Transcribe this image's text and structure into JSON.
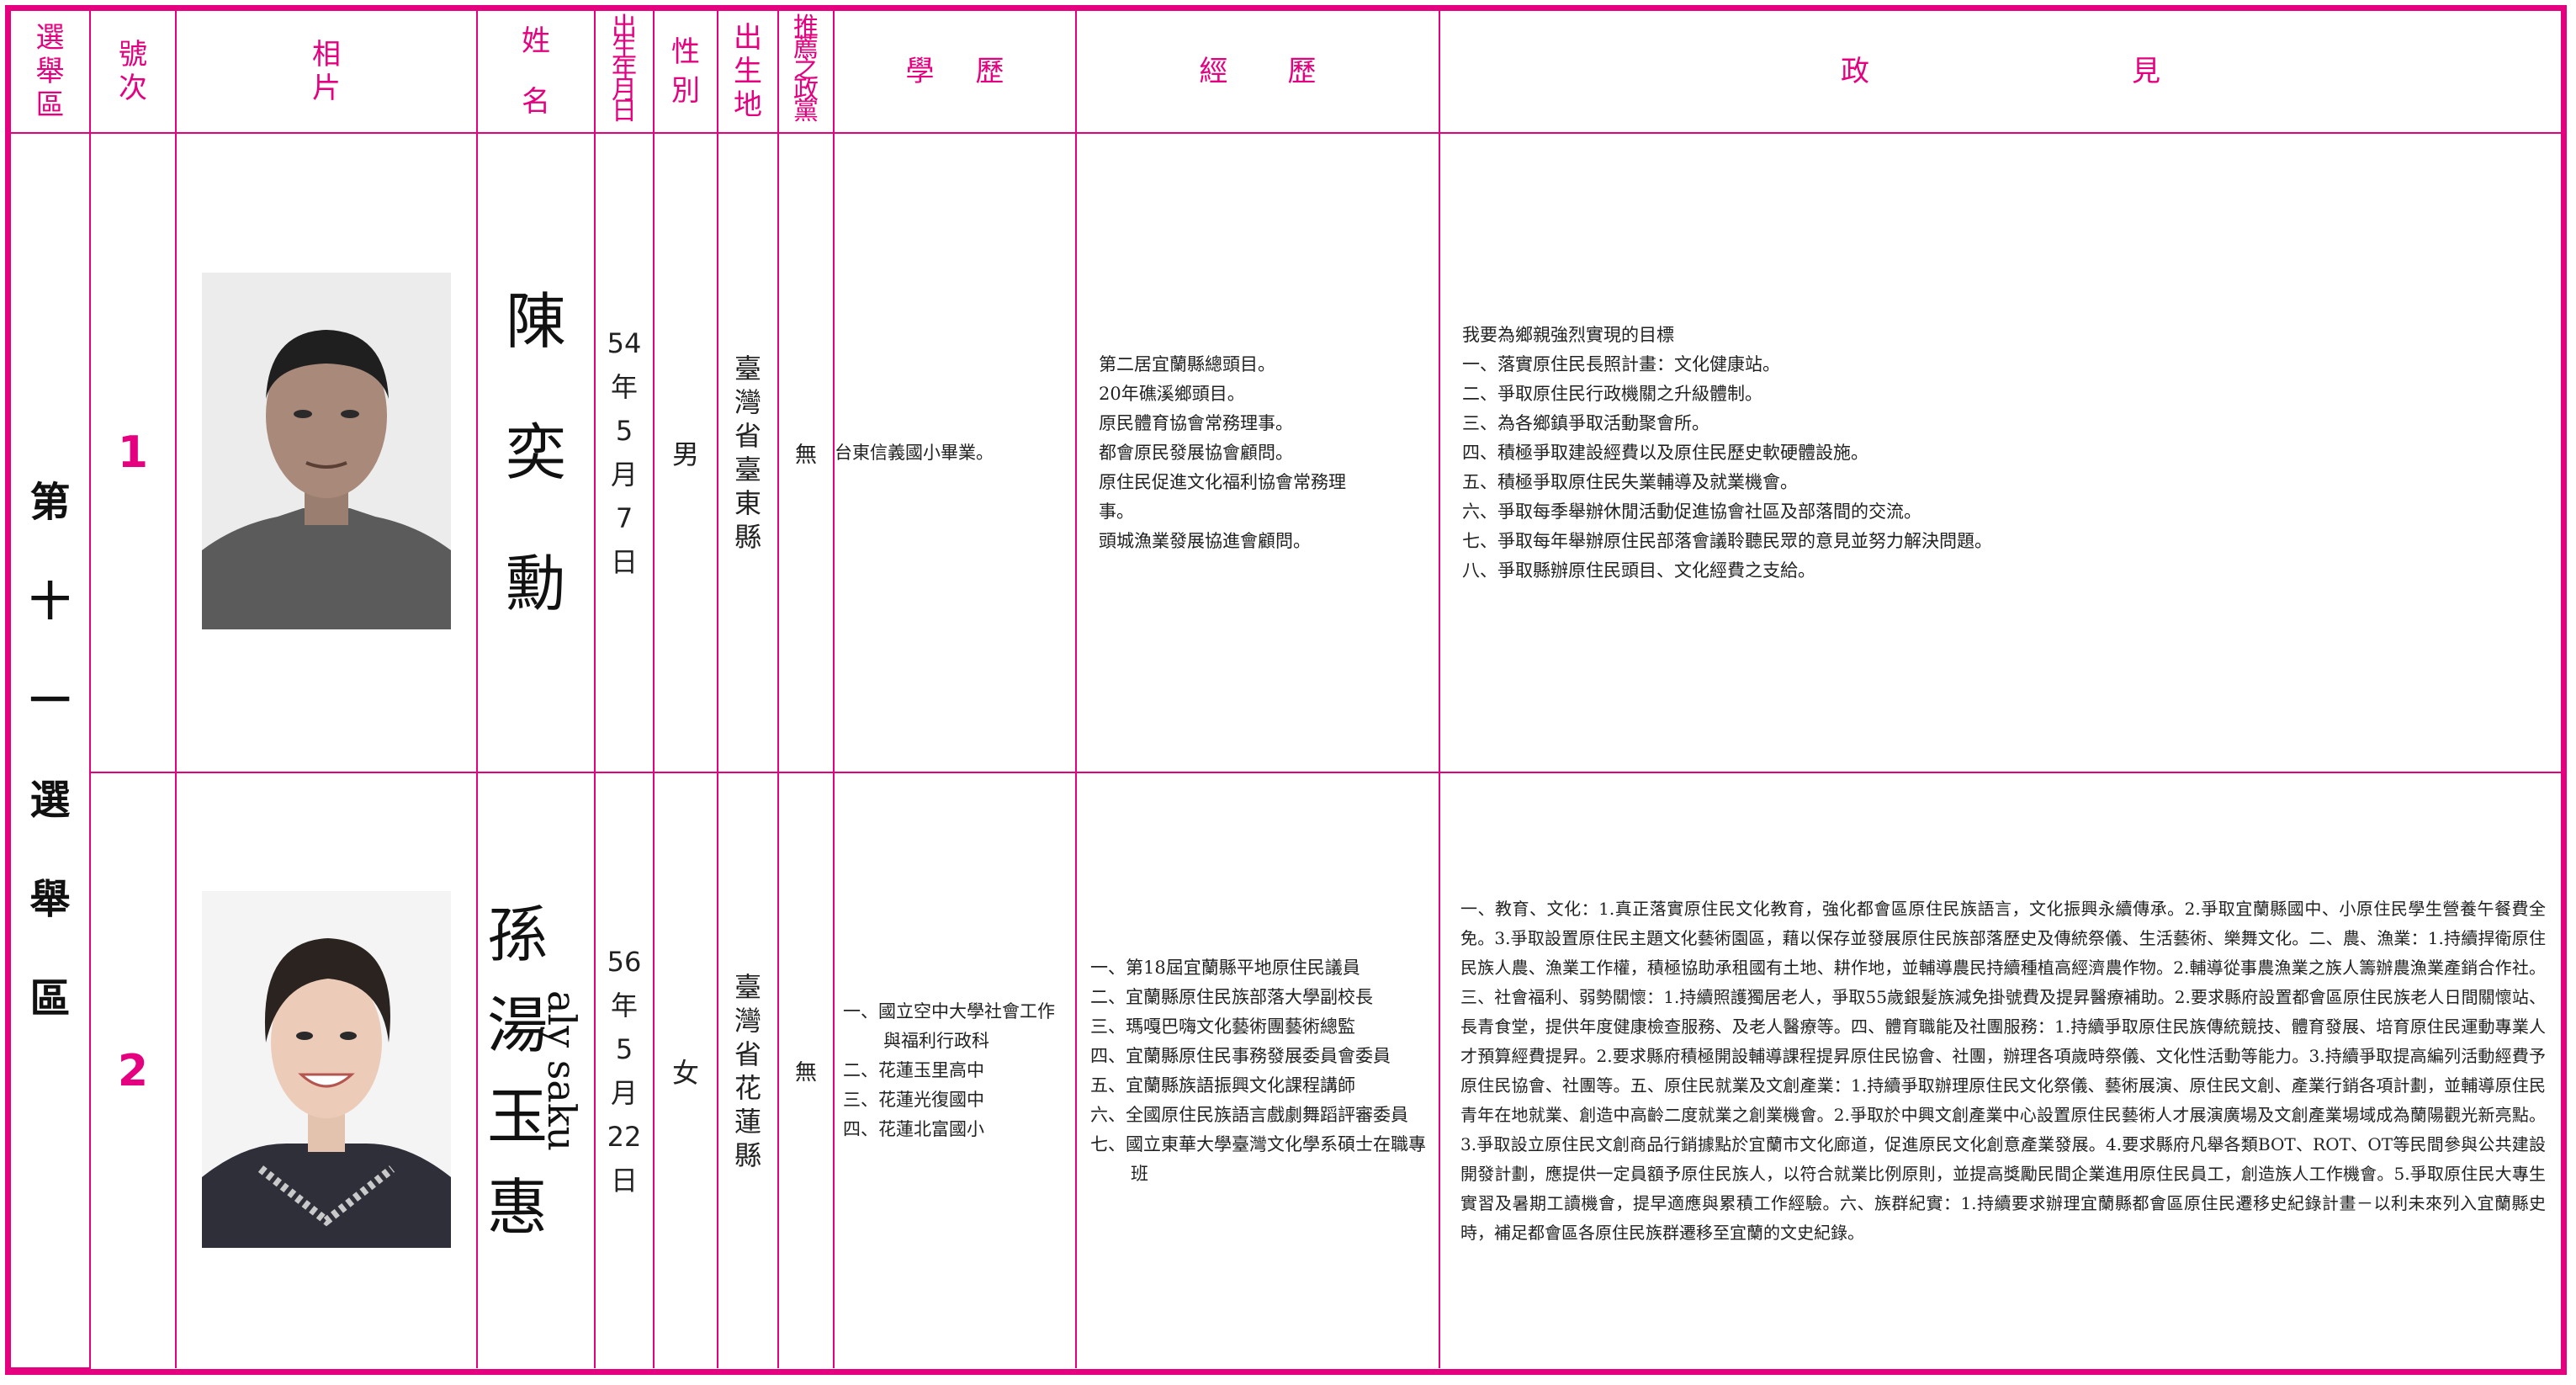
{
  "headers": {
    "district": [
      "選",
      "舉",
      "區"
    ],
    "number": [
      "號",
      "次"
    ],
    "photo": [
      "相",
      "片"
    ],
    "name": [
      "姓",
      "名"
    ],
    "birth": [
      "出",
      "生",
      "年",
      "月",
      "日"
    ],
    "gender": [
      "性",
      "別"
    ],
    "birthplace": [
      "出",
      "生",
      "地"
    ],
    "party": [
      "推",
      "薦",
      "之",
      "政",
      "黨"
    ],
    "education": [
      "學",
      "歷"
    ],
    "experience": [
      "經",
      "歷"
    ],
    "platform": [
      "政",
      "見"
    ]
  },
  "district": [
    "第",
    "十",
    "一",
    "選",
    "舉",
    "區"
  ],
  "candidates": [
    {
      "number": "1",
      "name": [
        "陳",
        "奕",
        "勳"
      ],
      "name_alt": "",
      "birth": [
        "54",
        "年",
        "5",
        "月",
        "7",
        "日"
      ],
      "gender": "男",
      "birthplace": [
        "臺",
        "灣",
        "省",
        "臺",
        "東",
        "縣"
      ],
      "party": "無",
      "education": [
        "台東信義國小畢業。"
      ],
      "experience": [
        "第二居宜蘭縣總頭目。",
        "20年礁溪鄉頭目。",
        "原民體育協會常務理事。",
        "都會原民發展協會顧問。",
        "原住民促進文化福利協會常務理",
        "事。",
        "頭城漁業發展協進會顧問。"
      ],
      "platform": [
        "我要為鄉親強烈實現的目標",
        "一、落實原住民長照計畫：文化健康站。",
        "二、爭取原住民行政機關之升級體制。",
        "三、為各鄉鎮爭取活動聚會所。",
        "四、積極爭取建設經費以及原住民歷史軟硬體設施。",
        "五、積極爭取原住民失業輔導及就業機會。",
        "六、爭取每季舉辦休閒活動促進協會社區及部落間的交流。",
        "七、爭取每年舉辦原住民部落會議聆聽民眾的意見並努力解決問題。",
        "八、爭取縣辦原住民頭目、文化經費之支給。"
      ]
    },
    {
      "number": "2",
      "name": [
        "孫",
        "湯",
        "玉",
        "惠"
      ],
      "name_alt": "aly saku",
      "birth": [
        "56",
        "年",
        "5",
        "月",
        "22",
        "日"
      ],
      "gender": "女",
      "birthplace": [
        "臺",
        "灣",
        "省",
        "花",
        "蓮",
        "縣"
      ],
      "party": "無",
      "education": [
        "一、國立空中大學社會工作與福利行政科",
        "二、花蓮玉里高中",
        "三、花蓮光復國中",
        "四、花蓮北富國小"
      ],
      "experience": [
        "一、第18屆宜蘭縣平地原住民議員",
        "二、宜蘭縣原住民族部落大學副校長",
        "三、瑪嘎巴嗨文化藝術團藝術總監",
        "四、宜蘭縣原住民事務發展委員會委員",
        "五、宜蘭縣族語振興文化課程講師",
        "六、全國原住民族語言戲劇舞蹈評審委員",
        "七、國立東華大學臺灣文化學系碩士在職專班"
      ],
      "platform": "一、教育、文化：1.真正落實原住民文化教育，強化都會區原住民族語言，文化振興永續傳承。2.爭取宜蘭縣國中、小原住民學生營養午餐費全免。3.爭取設置原住民主題文化藝術園區，藉以保存並發展原住民族部落歷史及傳統祭儀、生活藝術、樂舞文化。二、農、漁業：1.持續捍衛原住民族人農、漁業工作權，積極協助承租國有土地、耕作地，並輔導農民持續種植高經濟農作物。2.輔導從事農漁業之族人籌辦農漁業產銷合作社。三、社會福利、弱勢關懷：1.持續照護獨居老人，爭取55歲銀髮族減免掛號費及提昇醫療補助。2.要求縣府設置都會區原住民族老人日間關懷站、長青食堂，提供年度健康檢查服務、及老人醫療等。四、體育職能及社團服務：1.持續爭取原住民族傳統競技、體育發展、培育原住民運動專業人才預算經費提昇。2.要求縣府積極開設輔導課程提昇原住民協會、社團，辦理各項歲時祭儀、文化性活動等能力。3.持續爭取提高編列活動經費予原住民協會、社團等。五、原住民就業及文創產業：1.持續爭取辦理原住民文化祭儀、藝術展演、原住民文創、產業行銷各項計劃，並輔導原住民青年在地就業、創造中高齡二度就業之創業機會。2.爭取於中興文創產業中心設置原住民藝術人才展演廣場及文創產業場域成為蘭陽觀光新亮點。3.爭取設立原住民文創商品行銷據點於宜蘭市文化廊道，促進原民文化創意產業發展。4.要求縣府凡舉各類BOT、ROT、OT等民間參與公共建設開發計劃，應提供一定員額予原住民族人，以符合就業比例原則，並提高獎勵民間企業進用原住民員工，創造族人工作機會。5.爭取原住民大專生實習及暑期工讀機會，提早適應與累積工作經驗。六、族群紀實：1.持續要求辦理宜蘭縣都會區原住民遷移史紀錄計畫－以利未來列入宜蘭縣史時，補足都會區各原住民族群遷移至宜蘭的文史紀錄。"
    }
  ]
}
